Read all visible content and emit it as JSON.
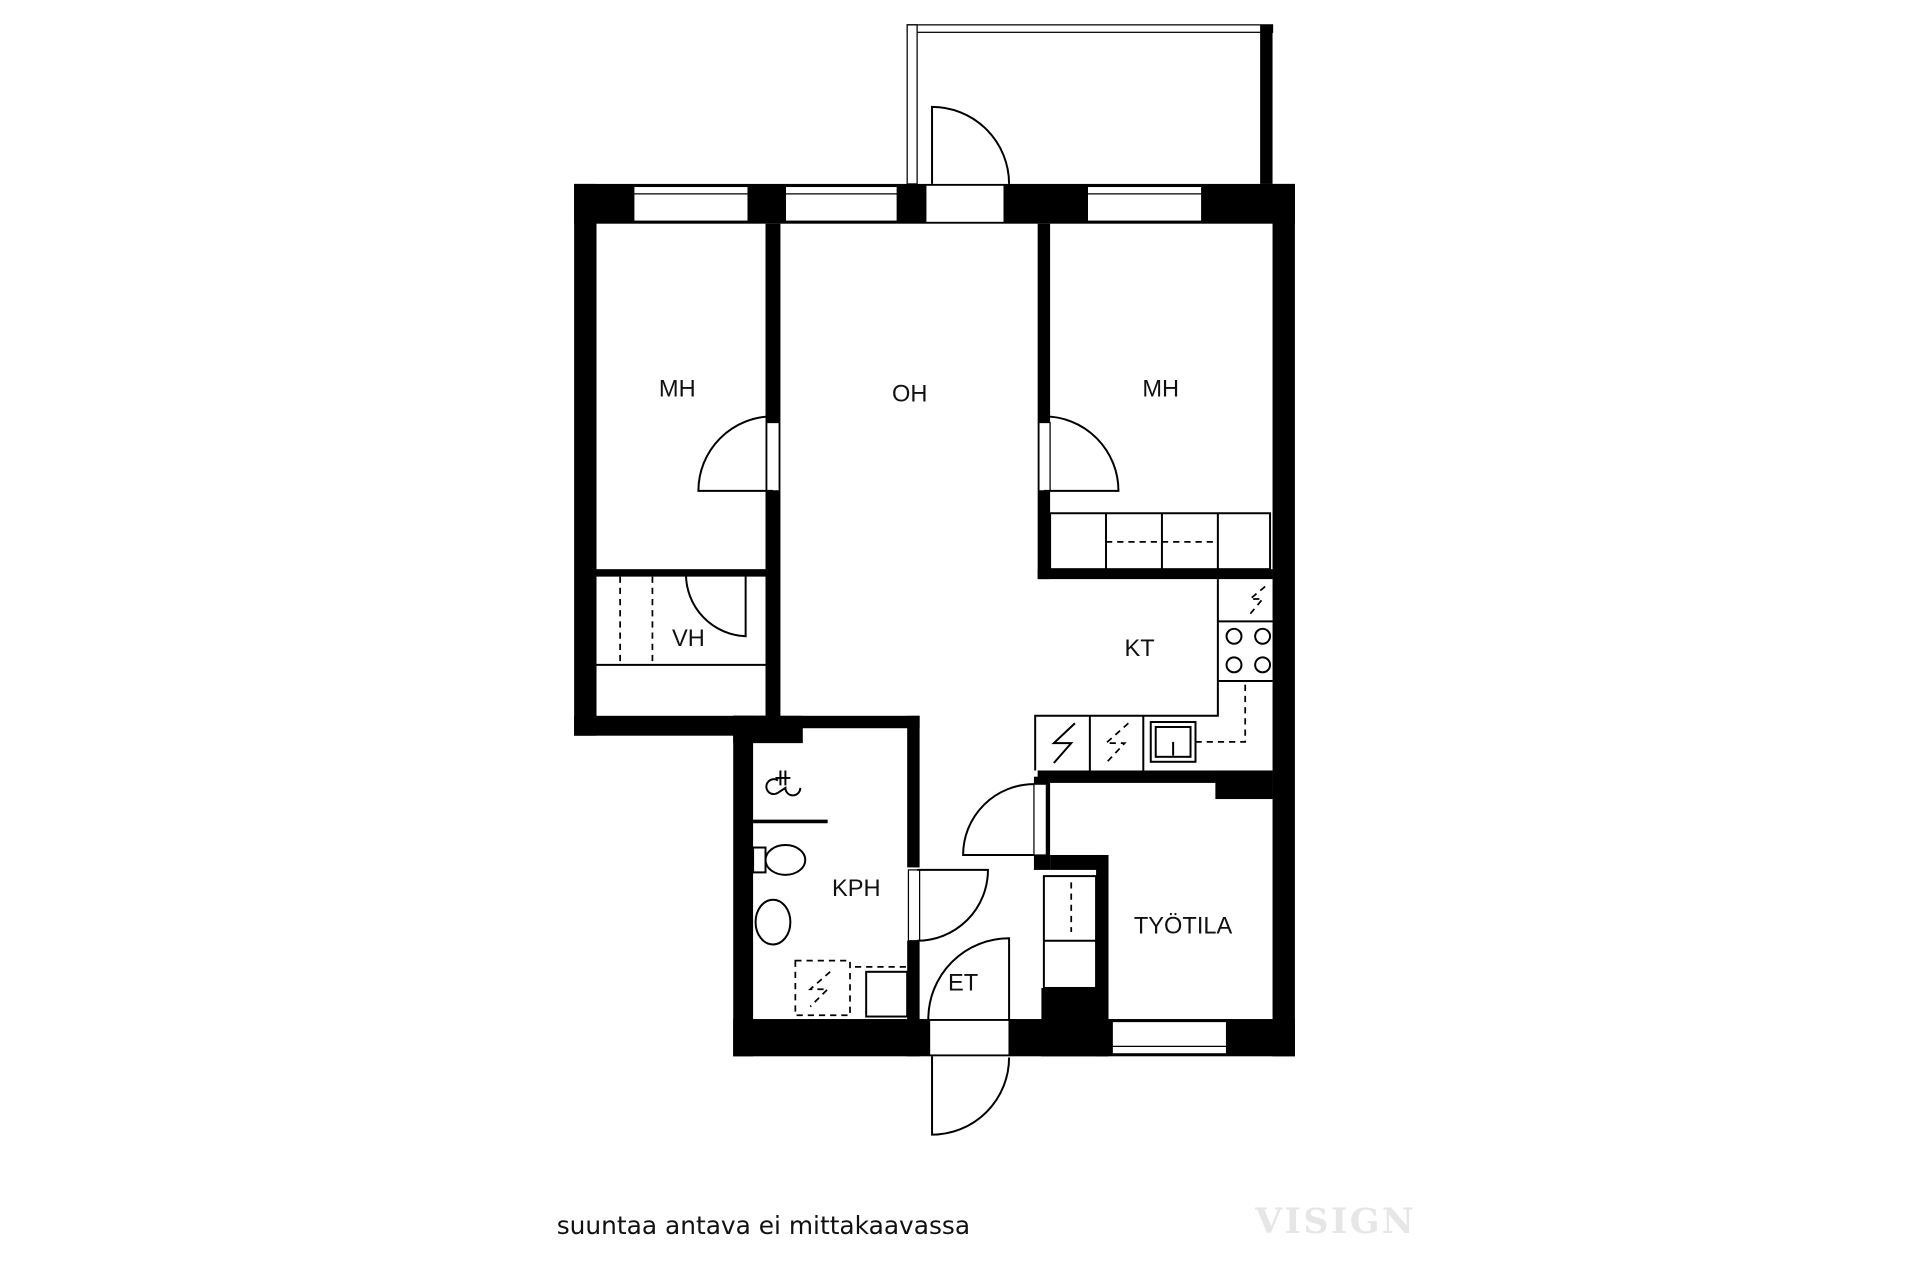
{
  "rooms": {
    "mh_left": "MH",
    "oh": "OH",
    "mh_right": "MH",
    "vh": "VH",
    "kt": "KT",
    "kph": "KPH",
    "tyotila": "TYÖTILA",
    "et": "ET"
  },
  "footer": {
    "note": "suuntaa antava ei mittakaavassa",
    "watermark": "VISIGN"
  },
  "colors": {
    "wall": "#000000",
    "background": "#ffffff",
    "watermark": "#e6e6e6"
  }
}
